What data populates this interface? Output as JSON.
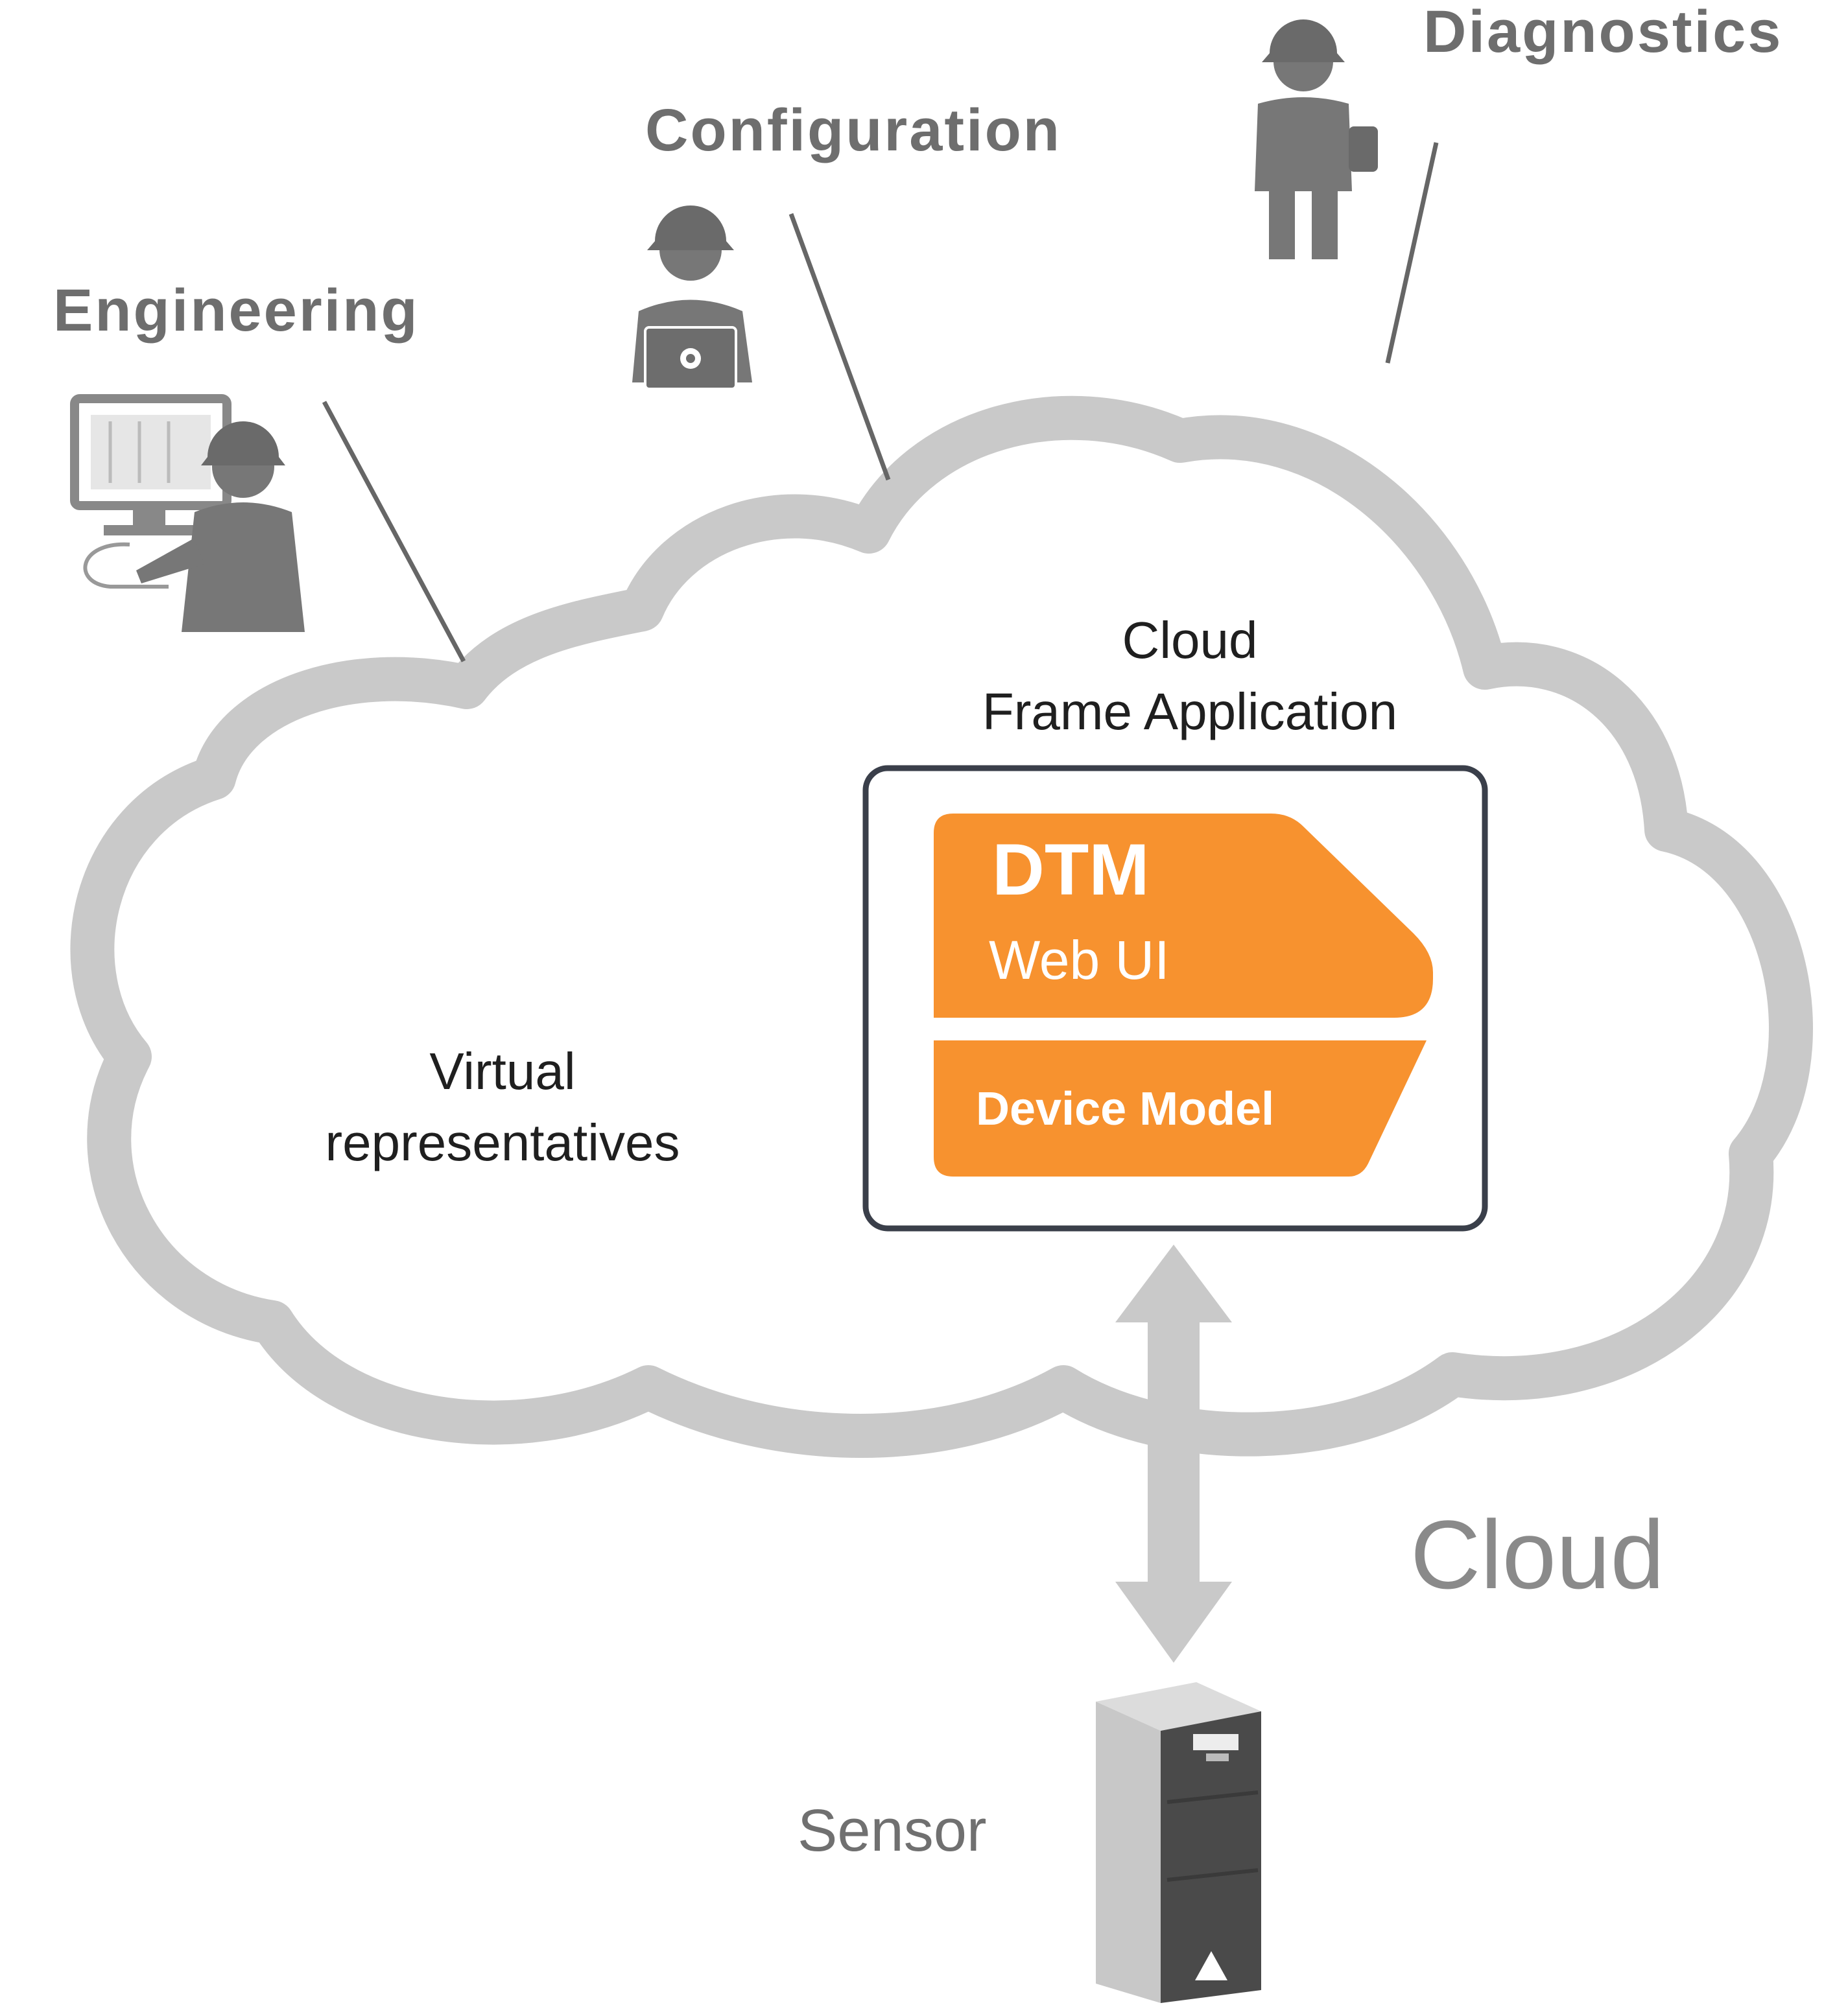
{
  "roles": {
    "engineering": "Engineering",
    "configuration": "Configuration",
    "diagnostics": "Diagnostics"
  },
  "cloud": {
    "label": "Cloud",
    "virtual_line1": "Virtual",
    "virtual_line2": "representatives",
    "frame_line1": "Cloud",
    "frame_line2": "Frame Application"
  },
  "dtm": {
    "title": "DTM",
    "web_ui": "Web UI",
    "device_model": "Device Model"
  },
  "sensor": {
    "label": "Sensor"
  },
  "colors": {
    "cloud_outline": "#c9c9c9",
    "dtm_orange": "#f7922f",
    "frame_border": "#3a3f4a",
    "icon_gray": "#777777",
    "connector": "#666666"
  }
}
